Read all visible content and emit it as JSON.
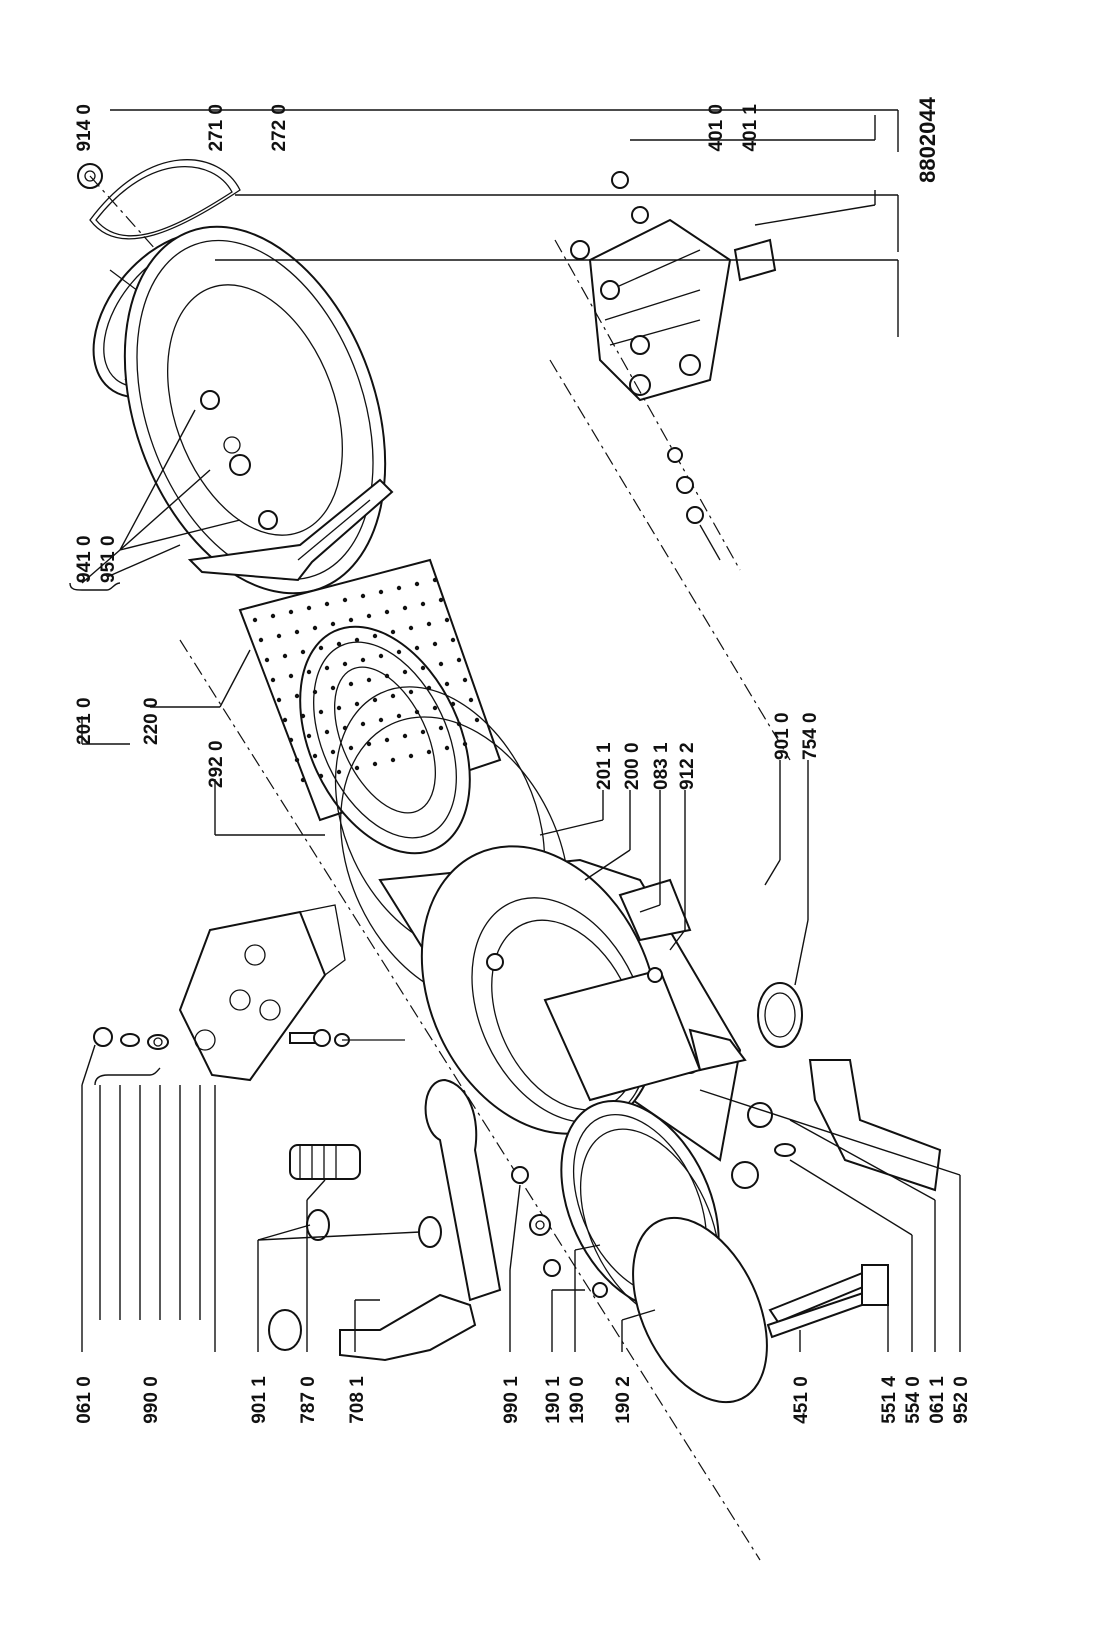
{
  "document_id": "8802044",
  "brace_group": {
    "items": [
      "941 0",
      "951 0"
    ]
  },
  "labels": {
    "l0610": "061 0",
    "l9900": "990 0",
    "l9011": "901 1",
    "l7870": "787 0",
    "l7081": "708 1",
    "l9901": "990 1",
    "l1901": "190 1",
    "l1900": "190 0",
    "l1902": "190 2",
    "l4510": "451 0",
    "l5514": "551 4",
    "l5540": "554 0",
    "l0611": "061 1",
    "l9520": "952 0",
    "l2010": "201 0",
    "l2200": "220 0",
    "l2920": "292 0",
    "l2011": "201 1",
    "l2000": "200 0",
    "l0831": "083 1",
    "l9122": "912 2",
    "l9010": "901 0",
    "l7540": "754 0",
    "l9140": "914 0",
    "l2710": "271 0",
    "l2720": "272 0",
    "l4010": "401 0",
    "l4011": "401 1"
  }
}
